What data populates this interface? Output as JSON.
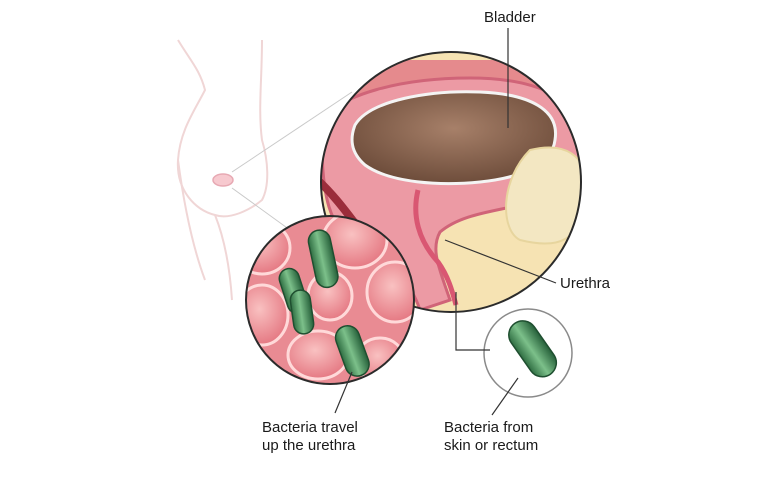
{
  "labels": {
    "bladder": "Bladder",
    "urethra": "Urethra",
    "bacteria_travel": [
      "Bacteria travel",
      "up the urethra"
    ],
    "bacteria_source": [
      "Bacteria from",
      "skin or rectum"
    ]
  },
  "colors": {
    "body_outline": "#f1d6d6",
    "bladder_wall": "#e77d8e",
    "bladder_lumen": "#8c6a55",
    "fat_tissue": "#f3e2a9",
    "bacteria": "#3d8a55",
    "cells": "#f29aa0",
    "leader_line": "#333333"
  }
}
